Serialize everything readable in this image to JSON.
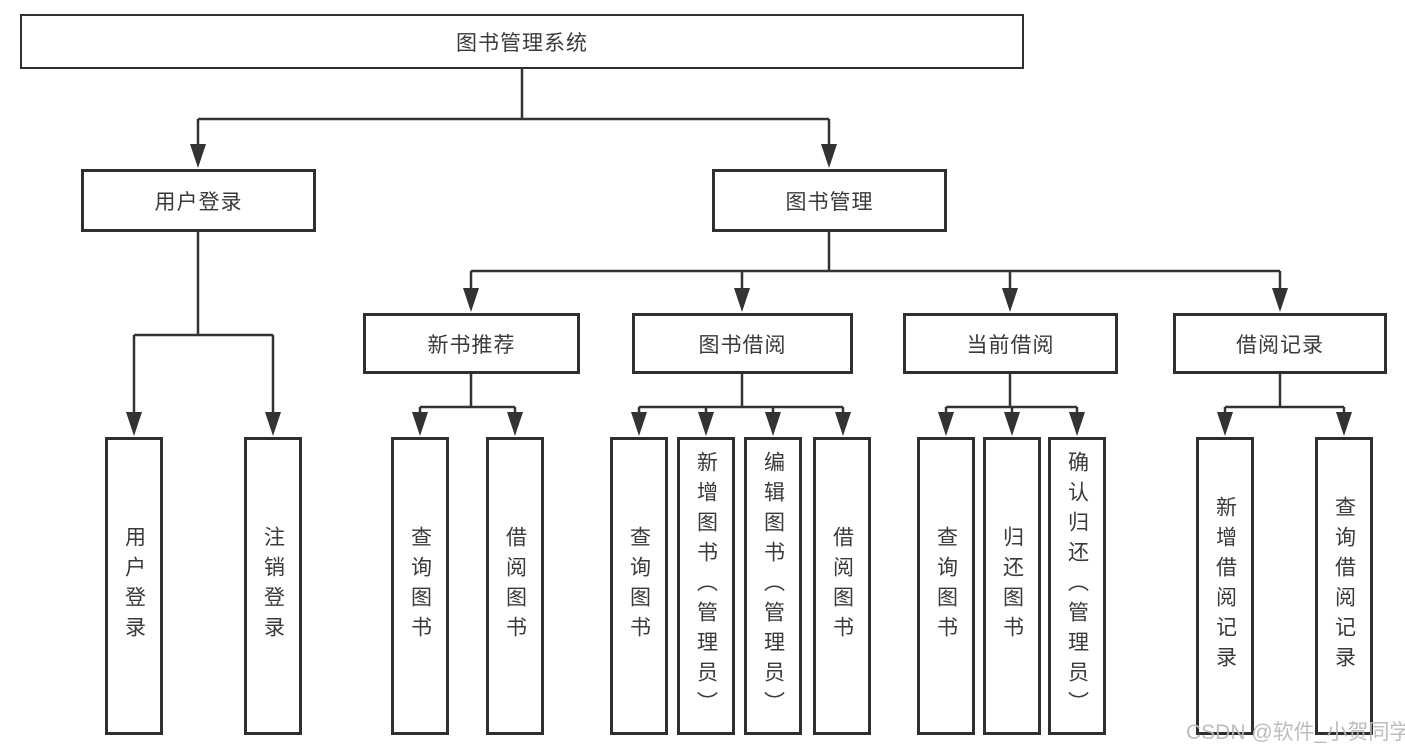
{
  "diagram": {
    "root": {
      "label": "图书管理系统"
    },
    "level2": [
      {
        "label": "用户登录"
      },
      {
        "label": "图书管理"
      }
    ],
    "level3": [
      {
        "label": "新书推荐"
      },
      {
        "label": "图书借阅"
      },
      {
        "label": "当前借阅"
      },
      {
        "label": "借阅记录"
      }
    ],
    "leaves": [
      {
        "label": "用户登录"
      },
      {
        "label": "注销登录"
      },
      {
        "label": "查询图书"
      },
      {
        "label": "借阅图书"
      },
      {
        "label": "查询图书"
      },
      {
        "label": "新增图书（管理员）"
      },
      {
        "label": "编辑图书（管理员）"
      },
      {
        "label": "借阅图书"
      },
      {
        "label": "查询图书"
      },
      {
        "label": "归还图书"
      },
      {
        "label": "确认归还（管理员）"
      },
      {
        "label": "新增借阅记录"
      },
      {
        "label": "查询借阅记录"
      }
    ]
  },
  "watermark": {
    "text": "CSDN @软件_小贺同学"
  },
  "colors": {
    "line": "#333333",
    "box_border": "#2f2f2f",
    "text": "#3a3a3a",
    "watermark": "#b9b9b9",
    "background": "#ffffff"
  }
}
